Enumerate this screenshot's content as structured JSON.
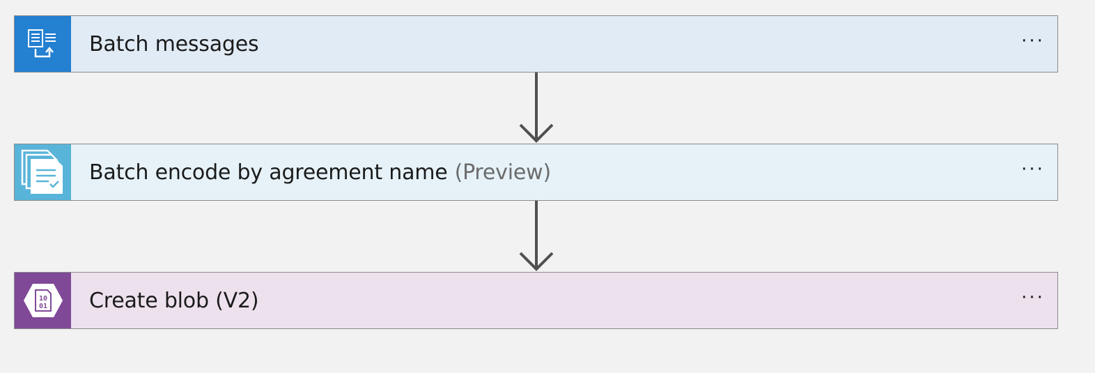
{
  "steps": [
    {
      "title": "Batch messages",
      "suffix": "",
      "icon": "batch-messages-icon",
      "icon_bg": "#2480d1",
      "card_bg": "#e1ebf6",
      "menu": "···"
    },
    {
      "title": "Batch encode by agreement name",
      "suffix": "(Preview)",
      "icon": "documents-check-icon",
      "icon_bg": "#59b4d9",
      "card_bg": "#e6f2f8",
      "menu": "···"
    },
    {
      "title": "Create blob (V2)",
      "suffix": "",
      "icon": "blob-storage-icon",
      "icon_bg": "#804998",
      "card_bg": "#ede1ee",
      "menu": "···"
    }
  ],
  "connector_color": "#505050"
}
